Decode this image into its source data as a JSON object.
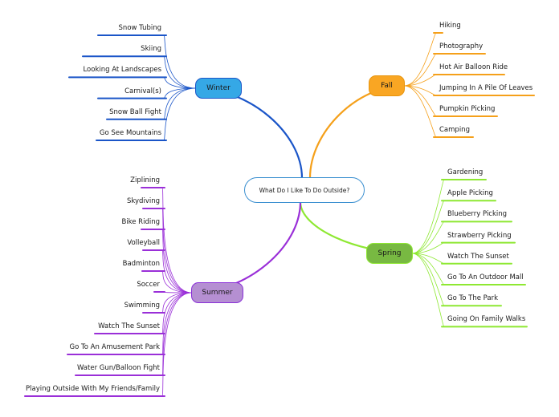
{
  "center": {
    "label": "What Do I Like To Do Outside?"
  },
  "colors": {
    "winter": "#1a55c8",
    "fall": "#f5a01a",
    "spring": "#8ee832",
    "summer": "#9a2fd8"
  },
  "branches": {
    "winter": {
      "label": "Winter",
      "leaves": [
        "Snow Tubing",
        "Skiing",
        "Looking At Landscapes",
        "Carnival(s)",
        "Snow Ball Fight",
        "Go See Mountains"
      ]
    },
    "fall": {
      "label": "Fall",
      "leaves": [
        "Hiking",
        "Photography",
        "Hot Air Balloon Ride",
        "Jumping In A Pile Of Leaves",
        "Pumpkin Picking",
        "Camping"
      ]
    },
    "spring": {
      "label": "Spring",
      "leaves": [
        "Gardening",
        "Apple Picking",
        "Blueberry Picking",
        "Strawberry Picking",
        "Watch The Sunset",
        "Go To An Outdoor Mall",
        "Go To The Park",
        "Going On Family Walks"
      ]
    },
    "summer": {
      "label": "Summer",
      "leaves": [
        "Ziplining",
        "Skydiving",
        "Bike Riding",
        "Volleyball",
        "Badminton",
        "Soccer",
        "Swimming",
        "Watch The Sunset",
        "Go To An Amusement Park",
        "Water Gun/Balloon Fight",
        "Playing Outside With My Friends/Family"
      ]
    }
  }
}
